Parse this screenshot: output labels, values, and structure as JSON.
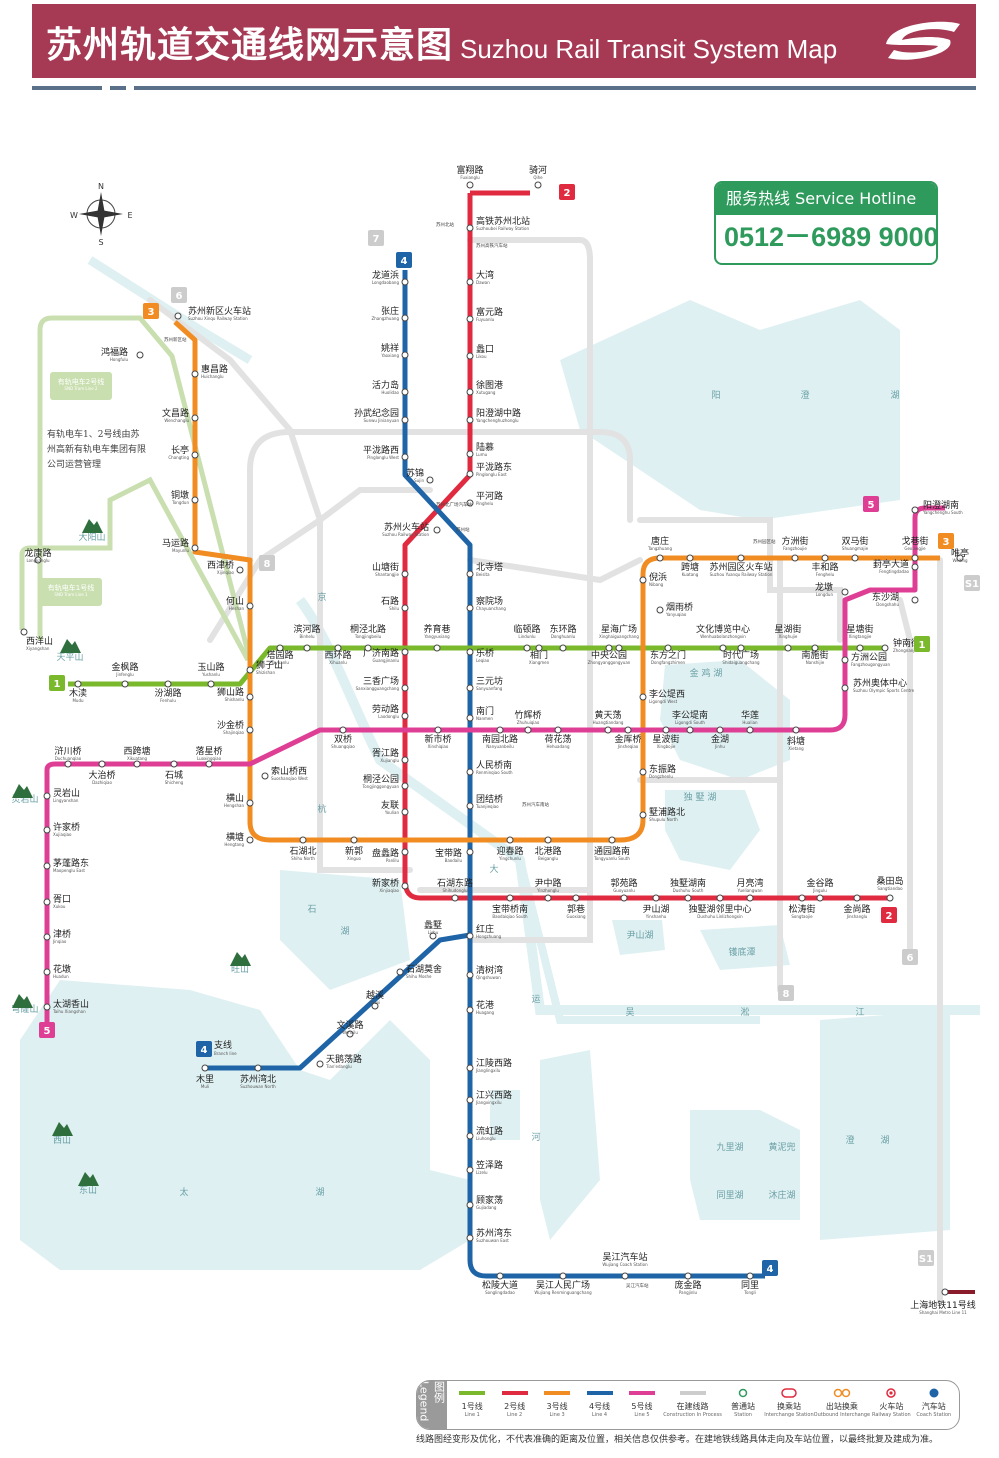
{
  "header": {
    "title_cn": "苏州轨道交通线网示意图",
    "title_en": "Suzhou Rail Transit System Map"
  },
  "hotline": {
    "label": "服务热线 Service Hotline",
    "number": "0512－6989 9000"
  },
  "compass": {
    "n": "N",
    "s": "S",
    "e": "E",
    "w": "W"
  },
  "colors": {
    "line1": "#7ab82c",
    "line2": "#e02a3f",
    "line3": "#f08c22",
    "line4": "#1e64a6",
    "line5": "#de3f95",
    "tram": "#c9dfb0",
    "construction": "#e2e2e2",
    "water": "#dff0f2",
    "brand": "#a63a55",
    "hotline": "#2e9a5c"
  },
  "line_badges": [
    {
      "label": "1",
      "color": "#7ab82c"
    },
    {
      "label": "1",
      "color": "#7ab82c"
    },
    {
      "label": "2",
      "color": "#e02a3f"
    },
    {
      "label": "2",
      "color": "#e02a3f"
    },
    {
      "label": "3",
      "color": "#f08c22"
    },
    {
      "label": "3",
      "color": "#f08c22"
    },
    {
      "label": "4",
      "color": "#1e64a6"
    },
    {
      "label": "4",
      "color": "#1e64a6"
    },
    {
      "label": "4",
      "color": "#1e64a6"
    },
    {
      "label": "5",
      "color": "#de3f95"
    },
    {
      "label": "5",
      "color": "#de3f95"
    },
    {
      "label": "6",
      "color": "#cccccc"
    },
    {
      "label": "6",
      "color": "#cccccc"
    },
    {
      "label": "7",
      "color": "#cccccc"
    },
    {
      "label": "8",
      "color": "#cccccc"
    },
    {
      "label": "8",
      "color": "#cccccc"
    },
    {
      "label": "S1",
      "color": "#cccccc"
    },
    {
      "label": "S1",
      "color": "#cccccc"
    }
  ],
  "branch_label": {
    "cn": "支线",
    "en": "Branch line"
  },
  "tram": {
    "line2": "有轨电车2号线",
    "line2_en": "SND Tram Line 2",
    "line1": "有轨电车1号线",
    "line1_en": "SND Tram Line 1",
    "note": "有轨电车1、2号线由苏州高新有轨电车集团有限公司运营管理"
  },
  "stations": [
    {
      "cn": "富翔路",
      "en": "Fuxianglu"
    },
    {
      "cn": "骑河",
      "en": "Qihe"
    },
    {
      "cn": "高铁苏州北站",
      "en": "Suzhoubei Railway Station"
    },
    {
      "cn": "大湾",
      "en": "Dawan"
    },
    {
      "cn": "富元路",
      "en": "Fuyuanlu"
    },
    {
      "cn": "蠡口",
      "en": "Likou"
    },
    {
      "cn": "徐图港",
      "en": "Xutugang"
    },
    {
      "cn": "阳澄湖中路",
      "en": "Yangchenghuzhonglu"
    },
    {
      "cn": "陆慕",
      "en": "Lumu"
    },
    {
      "cn": "平泷路东",
      "en": "Pinglonglu East"
    },
    {
      "cn": "平河路",
      "en": "Pinghelu"
    },
    {
      "cn": "北寺塔",
      "en": "Beisita"
    },
    {
      "cn": "察院场",
      "en": "Chayuanchang"
    },
    {
      "cn": "乐桥",
      "en": "Leqiao"
    },
    {
      "cn": "三元坊",
      "en": "Sanyuanfang"
    },
    {
      "cn": "南门",
      "en": "Nanmen"
    },
    {
      "cn": "人民桥南",
      "en": "Renminqiao South"
    },
    {
      "cn": "团结桥",
      "en": "Tuanjieqiao"
    },
    {
      "cn": "宝带路",
      "en": "Baodailu"
    },
    {
      "cn": "龙道浜",
      "en": "Longdaobang"
    },
    {
      "cn": "张庄",
      "en": "Zhangzhuang"
    },
    {
      "cn": "姚祥",
      "en": "Yaoxiang"
    },
    {
      "cn": "活力岛",
      "en": "Huolidao"
    },
    {
      "cn": "孙武纪念园",
      "en": "Sunwu Jinianyuan"
    },
    {
      "cn": "平泷路西",
      "en": "Pinglonglu West"
    },
    {
      "cn": "苏锦",
      "en": "Sujin"
    },
    {
      "cn": "苏州火车站",
      "en": "Suzhou Railway Station"
    },
    {
      "cn": "山塘街",
      "en": "Shantangjie"
    },
    {
      "cn": "石路",
      "en": "Shilu"
    },
    {
      "cn": "广济南路",
      "en": "Guangjinanlu"
    },
    {
      "cn": "三香广场",
      "en": "Sanxiangguangchang"
    },
    {
      "cn": "劳动路",
      "en": "Laodonglu"
    },
    {
      "cn": "胥江路",
      "en": "Xujianglu"
    },
    {
      "cn": "桐泾公园",
      "en": "Tongjinggongyuan"
    },
    {
      "cn": "友联",
      "en": "Youlian"
    },
    {
      "cn": "盘蠡路",
      "en": "Panlilu"
    },
    {
      "cn": "新家桥",
      "en": "Xinjiaqiao"
    },
    {
      "cn": "石湖东路",
      "en": "Shihudonglu"
    },
    {
      "cn": "宝带桥南",
      "en": "Baodaiqiao South"
    },
    {
      "cn": "尹中路",
      "en": "Yinzhonglu"
    },
    {
      "cn": "郭巷",
      "en": "Guoxiang"
    },
    {
      "cn": "郭苑路",
      "en": "Guoyuanlu"
    },
    {
      "cn": "尹山湖",
      "en": "Yinshanhu"
    },
    {
      "cn": "独墅湖南",
      "en": "Dushuhu South"
    },
    {
      "cn": "独墅湖邻里中心",
      "en": "Dushuhu Linlizhongxin"
    },
    {
      "cn": "月亮湾",
      "en": "Yueliangwan"
    },
    {
      "cn": "松涛街",
      "en": "Songtaojie"
    },
    {
      "cn": "金谷路",
      "en": "Jingulu"
    },
    {
      "cn": "金尚路",
      "en": "Jinshanglu"
    },
    {
      "cn": "桑田岛",
      "en": "Sangtiandao"
    },
    {
      "cn": "木渎",
      "en": "Mudu"
    },
    {
      "cn": "金枫路",
      "en": "Jinfenglu"
    },
    {
      "cn": "汾湖路",
      "en": "Fenhulu"
    },
    {
      "cn": "玉山路",
      "en": "Yushanlu"
    },
    {
      "cn": "塔园路",
      "en": "Tayuanlu"
    },
    {
      "cn": "滨河路",
      "en": "Binhelu"
    },
    {
      "cn": "西环路",
      "en": "Xihuanlu"
    },
    {
      "cn": "桐泾北路",
      "en": "Tongjingbeilu"
    },
    {
      "cn": "养育巷",
      "en": "Yangyuxiang"
    },
    {
      "cn": "临顿路",
      "en": "Lindunlu"
    },
    {
      "cn": "相门",
      "en": "Xiangmen"
    },
    {
      "cn": "东环路",
      "en": "Donghuanlu"
    },
    {
      "cn": "星海广场",
      "en": "Xinghaiguangchang"
    },
    {
      "cn": "中央公园",
      "en": "Zhongyanggongyuan"
    },
    {
      "cn": "东方之门",
      "en": "Dongfangzhimen"
    },
    {
      "cn": "文化博览中心",
      "en": "Wenhuabolanzhongxin"
    },
    {
      "cn": "时代广场",
      "en": "Shidaiguangchang"
    },
    {
      "cn": "星湖街",
      "en": "Xinghujie"
    },
    {
      "cn": "南施街",
      "en": "Nanshijie"
    },
    {
      "cn": "星塘街",
      "en": "Xingtangjie"
    },
    {
      "cn": "钟南街",
      "en": "Zhongnanjie"
    },
    {
      "cn": "苏州新区火车站",
      "en": "Suzhou Xinqu Railway Station"
    },
    {
      "cn": "惠昌路",
      "en": "Huichanglu"
    },
    {
      "cn": "文昌路",
      "en": "Wenchanglu"
    },
    {
      "cn": "长亭",
      "en": "Changting"
    },
    {
      "cn": "铜墩",
      "en": "Tongdun"
    },
    {
      "cn": "马运路",
      "en": "Mayunlu"
    },
    {
      "cn": "西津桥",
      "en": "Xijinqiao"
    },
    {
      "cn": "何山",
      "en": "Heshan"
    },
    {
      "cn": "狮子山",
      "en": "Shizishan"
    },
    {
      "cn": "狮山路",
      "en": "Shishanlu"
    },
    {
      "cn": "沙金桥",
      "en": "Shajinqiao"
    },
    {
      "cn": "索山桥西",
      "en": "Suoshanqiao West"
    },
    {
      "cn": "横山",
      "en": "Hengshan"
    },
    {
      "cn": "横塘",
      "en": "Hengtang"
    },
    {
      "cn": "石湖北",
      "en": "Shihu North"
    },
    {
      "cn": "新郭",
      "en": "Xinguo"
    },
    {
      "cn": "迎春路",
      "en": "Yingchunlu"
    },
    {
      "cn": "北港路",
      "en": "Beiganglu"
    },
    {
      "cn": "通园路南",
      "en": "Tongyuanlu South"
    },
    {
      "cn": "墅浦路北",
      "en": "Shupulu North"
    },
    {
      "cn": "东振路",
      "en": "Dongzhenlu"
    },
    {
      "cn": "李公堤西",
      "en": "Ligongdi West"
    },
    {
      "cn": "倪浜",
      "en": "Nibang"
    },
    {
      "cn": "唐庄",
      "en": "Tangzhuang"
    },
    {
      "cn": "跨塘",
      "en": "Kuatang"
    },
    {
      "cn": "苏州园区火车站",
      "en": "Suzhou Yuanqu Railway Station"
    },
    {
      "cn": "方洲街",
      "en": "Fangzhoujie"
    },
    {
      "cn": "丰和路",
      "en": "Fenghelu"
    },
    {
      "cn": "双马街",
      "en": "Shuangmajie"
    },
    {
      "cn": "戈巷街",
      "en": "Gexiangjie"
    },
    {
      "cn": "唯亭",
      "en": "Weiting"
    },
    {
      "cn": "烟雨桥",
      "en": "Yanyuqiao"
    },
    {
      "cn": "阳澄湖南",
      "en": "Yangchenghu South"
    },
    {
      "cn": "葑亭大道",
      "en": "Fengtingdadao"
    },
    {
      "cn": "龙墩",
      "en": "Longdun"
    },
    {
      "cn": "东沙湖",
      "en": "Dongshahu"
    },
    {
      "cn": "方洲公园",
      "en": "Fangzhougongyuan"
    },
    {
      "cn": "苏州奥体中心",
      "en": "Suzhou Olympic Sports Centre"
    },
    {
      "cn": "斜塘",
      "en": "Xietang"
    },
    {
      "cn": "华莲",
      "en": "Hualian"
    },
    {
      "cn": "金湖",
      "en": "Jinhu"
    },
    {
      "cn": "李公堤南",
      "en": "Ligongdi South"
    },
    {
      "cn": "星波街",
      "en": "Xingbojie"
    },
    {
      "cn": "金厍桥",
      "en": "Jinsheqiao"
    },
    {
      "cn": "黄天荡",
      "en": "Huangtiandang"
    },
    {
      "cn": "荷花荡",
      "en": "Hehuadang"
    },
    {
      "cn": "竹辉桥",
      "en": "Zhuhuiqiao"
    },
    {
      "cn": "南园北路",
      "en": "Nanyuanbeilu"
    },
    {
      "cn": "新市桥",
      "en": "Xinshiqiao"
    },
    {
      "cn": "双桥",
      "en": "Shuangqiao"
    },
    {
      "cn": "落星桥",
      "en": "Luoxingqiao"
    },
    {
      "cn": "石城",
      "en": "Shicheng"
    },
    {
      "cn": "西跨塘",
      "en": "Xikuatang"
    },
    {
      "cn": "大治桥",
      "en": "Dazhiqiao"
    },
    {
      "cn": "浒川桥",
      "en": "Duchuanqiao"
    },
    {
      "cn": "灵岩山",
      "en": "Lingyanshan"
    },
    {
      "cn": "许家桥",
      "en": "Xujiaqiao"
    },
    {
      "cn": "茅蓬路东",
      "en": "Maopenglu East"
    },
    {
      "cn": "胥口",
      "en": "Xukou"
    },
    {
      "cn": "津桥",
      "en": "Jinqiao"
    },
    {
      "cn": "花墩",
      "en": "Huadun"
    },
    {
      "cn": "太湖香山",
      "en": "Taihu Xiangshan"
    },
    {
      "cn": "蠡墅",
      "en": "Lishu"
    },
    {
      "cn": "红庄",
      "en": "Hongzhuang"
    },
    {
      "cn": "石湖莫舍",
      "en": "Shihu Moshe"
    },
    {
      "cn": "越溪",
      "en": "Yuexi"
    },
    {
      "cn": "文溪路",
      "en": "Wenxilu"
    },
    {
      "cn": "天鹅荡路",
      "en": "Tian'edanglu"
    },
    {
      "cn": "苏州湾北",
      "en": "Suzhouwan North"
    },
    {
      "cn": "木里",
      "en": "Muli"
    },
    {
      "cn": "清树湾",
      "en": "Qingshuwan"
    },
    {
      "cn": "花港",
      "en": "Huagang"
    },
    {
      "cn": "江陵西路",
      "en": "Jianglingxilu"
    },
    {
      "cn": "江兴西路",
      "en": "Jiangxingxilu"
    },
    {
      "cn": "流虹路",
      "en": "Liuhonglu"
    },
    {
      "cn": "笠泽路",
      "en": "Lizelu"
    },
    {
      "cn": "顾家荡",
      "en": "Gujiadang"
    },
    {
      "cn": "苏州湾东",
      "en": "Suzhouwan East"
    },
    {
      "cn": "松陵大道",
      "en": "Songlingdadao"
    },
    {
      "cn": "吴江人民广场",
      "en": "Wujiang Renminguangchang"
    },
    {
      "cn": "吴江汽车站",
      "en": "Wujiang Coach Station"
    },
    {
      "cn": "庞金路",
      "en": "Pangjinlu"
    },
    {
      "cn": "同里",
      "en": "Tongli"
    },
    {
      "cn": "西洋山",
      "en": "Xiyangshan"
    },
    {
      "cn": "龙康路",
      "en": "Longkanglu"
    },
    {
      "cn": "鸿福路",
      "en": "Hongfulu"
    },
    {
      "cn": "上海地铁11号线",
      "en": "Shanghai Metro Line 11"
    }
  ],
  "places": [
    {
      "label": "阳"
    },
    {
      "label": "澄"
    },
    {
      "label": "湖"
    },
    {
      "label": "金 鸡 湖"
    },
    {
      "label": "独 墅 湖"
    },
    {
      "label": "尹山湖"
    },
    {
      "label": "镬底潭"
    },
    {
      "label": "石"
    },
    {
      "label": "湖"
    },
    {
      "label": "太"
    },
    {
      "label": "湖"
    },
    {
      "label": "吴"
    },
    {
      "label": "淞"
    },
    {
      "label": "江"
    },
    {
      "label": "九里湖"
    },
    {
      "label": "黄泥兜"
    },
    {
      "label": "同里湖"
    },
    {
      "label": "沐庄湖"
    },
    {
      "label": "澄"
    },
    {
      "label": "湖"
    },
    {
      "label": "京"
    },
    {
      "label": "杭"
    },
    {
      "label": "大"
    },
    {
      "label": "运"
    },
    {
      "label": "河"
    },
    {
      "label": "大阳山"
    },
    {
      "label": "天平山"
    },
    {
      "label": "灵岩山"
    },
    {
      "label": "穹窿山"
    },
    {
      "label": "旺山"
    },
    {
      "label": "西山"
    },
    {
      "label": "东山"
    }
  ],
  "small_labels": [
    {
      "label": "苏州北站"
    },
    {
      "label": "苏州高铁汽车站"
    },
    {
      "label": "苏州新区站"
    },
    {
      "label": "苏州北广场汽车站"
    },
    {
      "label": "苏州站"
    },
    {
      "label": "苏州汽车南站"
    },
    {
      "label": "苏州园区站"
    },
    {
      "label": "吴江汽车站"
    }
  ],
  "legend": {
    "title": "图例 Legend",
    "items": [
      {
        "cn": "1号线",
        "en": "Line 1"
      },
      {
        "cn": "2号线",
        "en": "Line 2"
      },
      {
        "cn": "3号线",
        "en": "Line 3"
      },
      {
        "cn": "4号线",
        "en": "Line 4"
      },
      {
        "cn": "5号线",
        "en": "Line 5"
      },
      {
        "cn": "在建线路",
        "en": "Construction In Process"
      },
      {
        "cn": "普通站",
        "en": "Station"
      },
      {
        "cn": "换乘站",
        "en": "Interchange Station"
      },
      {
        "cn": "出站换乘",
        "en": "Outbound Interchange"
      },
      {
        "cn": "火车站",
        "en": "Railway Station"
      },
      {
        "cn": "汽车站",
        "en": "Coach Station"
      }
    ]
  },
  "note": "线路图经变形及优化，不代表准确的距离及位置，相关信息仅供参考。在建地铁线路具体走向及车站位置，以最终批复及建成为准。"
}
